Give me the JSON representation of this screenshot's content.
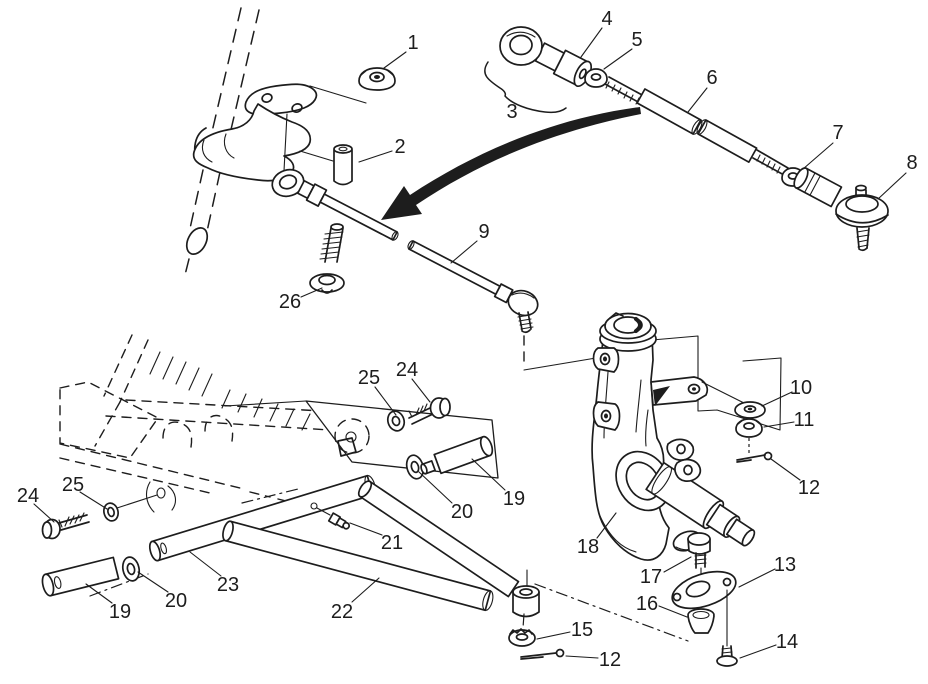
{
  "diagram": {
    "type": "exploded-parts-diagram",
    "background": "#ffffff",
    "ink": "#1d1d1d",
    "callouts": [
      {
        "id": "1",
        "label": "1"
      },
      {
        "id": "2",
        "label": "2"
      },
      {
        "id": "3",
        "label": "3"
      },
      {
        "id": "4",
        "label": "4"
      },
      {
        "id": "5",
        "label": "5"
      },
      {
        "id": "6",
        "label": "6"
      },
      {
        "id": "7",
        "label": "7"
      },
      {
        "id": "8",
        "label": "8"
      },
      {
        "id": "9",
        "label": "9"
      },
      {
        "id": "10",
        "label": "10"
      },
      {
        "id": "11",
        "label": "11"
      },
      {
        "id": "12-right",
        "label": "12"
      },
      {
        "id": "13",
        "label": "13"
      },
      {
        "id": "14",
        "label": "14"
      },
      {
        "id": "15",
        "label": "15"
      },
      {
        "id": "16",
        "label": "16"
      },
      {
        "id": "17",
        "label": "17"
      },
      {
        "id": "18",
        "label": "18"
      },
      {
        "id": "19-right",
        "label": "19"
      },
      {
        "id": "20-right",
        "label": "20"
      },
      {
        "id": "21",
        "label": "21"
      },
      {
        "id": "22",
        "label": "22"
      },
      {
        "id": "23",
        "label": "23"
      },
      {
        "id": "24-upper",
        "label": "24"
      },
      {
        "id": "25-upper",
        "label": "25"
      },
      {
        "id": "24-left",
        "label": "24"
      },
      {
        "id": "25-left",
        "label": "25"
      },
      {
        "id": "26",
        "label": "26"
      },
      {
        "id": "19-left",
        "label": "19"
      },
      {
        "id": "20-left",
        "label": "20"
      },
      {
        "id": "12-bottom",
        "label": "12"
      }
    ]
  }
}
